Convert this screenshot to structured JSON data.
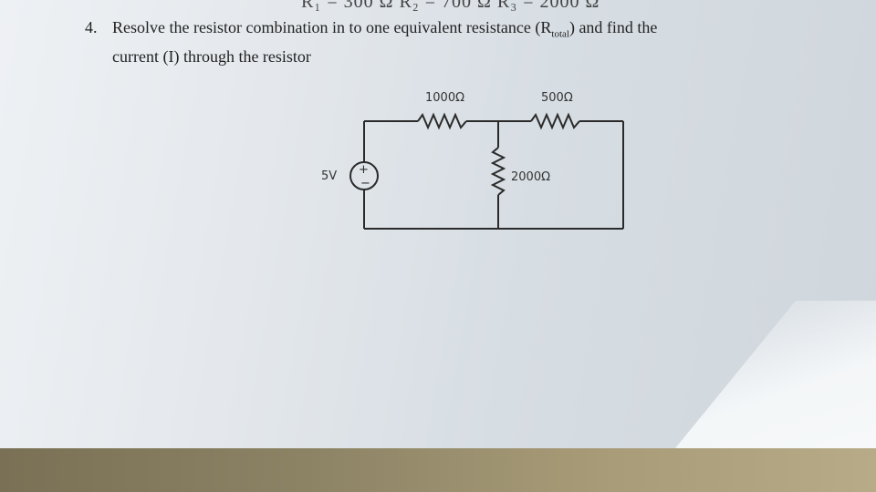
{
  "cut_off_header": "R₁ = 300 Ω          R₂ = 700 Ω   R₃ = 2000 Ω",
  "question": {
    "number": "4.",
    "text_line1": "Resolve the resistor combination in to one equivalent resistance (R",
    "subscript": "total",
    "text_line1_end": ") and find the",
    "text_line2": "current (I) through the resistor"
  },
  "circuit": {
    "source_label": "5V",
    "resistor_top_left": "1000Ω",
    "resistor_top_right": "500Ω",
    "resistor_middle": "2000Ω"
  }
}
